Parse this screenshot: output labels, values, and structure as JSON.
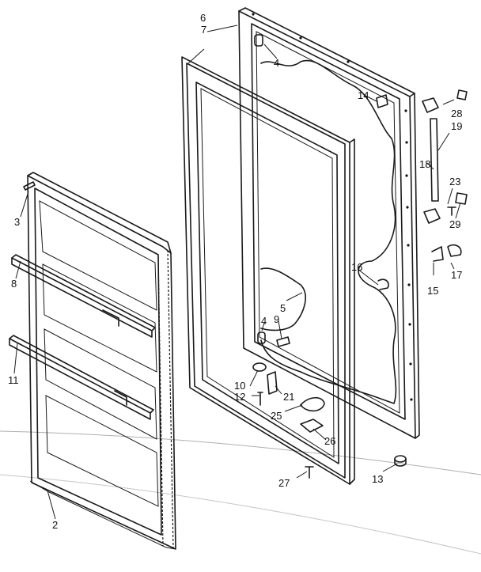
{
  "callouts": [
    {
      "id": "c6",
      "text": "6"
    },
    {
      "id": "c7",
      "text": "7"
    },
    {
      "id": "c4a",
      "text": "4"
    },
    {
      "id": "c14",
      "text": "14"
    },
    {
      "id": "c28",
      "text": "28"
    },
    {
      "id": "c19",
      "text": "19"
    },
    {
      "id": "c18",
      "text": "18"
    },
    {
      "id": "c23",
      "text": "23"
    },
    {
      "id": "c29",
      "text": "29"
    },
    {
      "id": "c17",
      "text": "17"
    },
    {
      "id": "c15",
      "text": "15"
    },
    {
      "id": "c16",
      "text": "16"
    },
    {
      "id": "c5",
      "text": "5"
    },
    {
      "id": "c4b",
      "text": "4"
    },
    {
      "id": "c9",
      "text": "9"
    },
    {
      "id": "c10",
      "text": "10"
    },
    {
      "id": "c12",
      "text": "12"
    },
    {
      "id": "c21",
      "text": "21"
    },
    {
      "id": "c25",
      "text": "25"
    },
    {
      "id": "c26",
      "text": "26"
    },
    {
      "id": "c27",
      "text": "27"
    },
    {
      "id": "c13",
      "text": "13"
    },
    {
      "id": "c3",
      "text": "3"
    },
    {
      "id": "c8",
      "text": "8"
    },
    {
      "id": "c11",
      "text": "11"
    },
    {
      "id": "c2",
      "text": "2"
    }
  ]
}
